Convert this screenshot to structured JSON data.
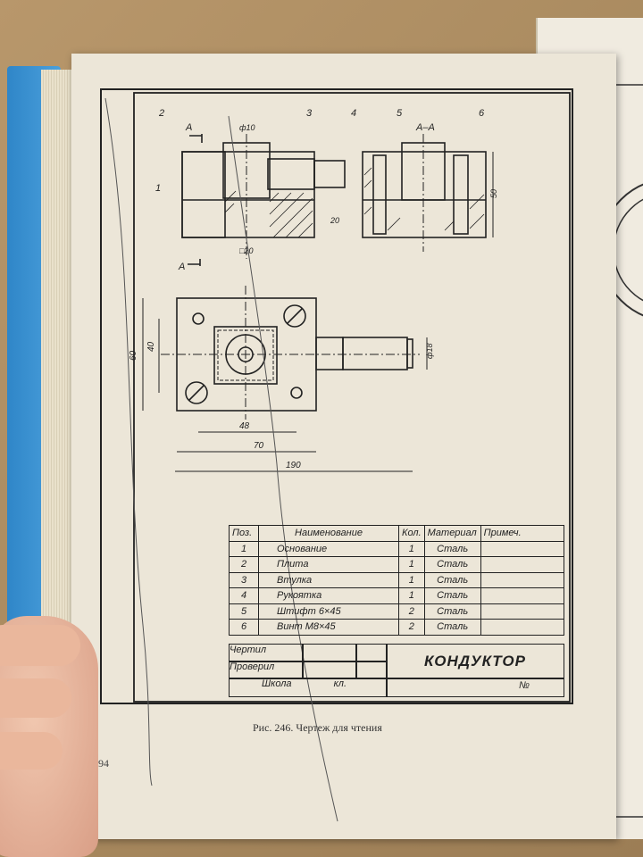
{
  "figure": {
    "labels": {
      "callout_1": "1",
      "callout_2": "2",
      "callout_3": "3",
      "callout_4": "4",
      "callout_5": "5",
      "callout_6": "6",
      "section_a": "A",
      "section_a_bottom": "A",
      "section_aa": "А–А",
      "dim_phi10": "ф10",
      "dim_20_side": "20",
      "dim_square20": "□20",
      "dim_50": "50",
      "dim_60": "60",
      "dim_40": "40",
      "dim_phi18": "ф18",
      "dim_48": "48",
      "dim_70": "70",
      "dim_190": "190"
    }
  },
  "spec_table": {
    "headers": [
      "Поз.",
      "Наименование",
      "Кол.",
      "Материал",
      "Примеч."
    ],
    "rows": [
      {
        "pos": "1",
        "name": "Основание",
        "qty": "1",
        "material": "Сталь",
        "note": ""
      },
      {
        "pos": "2",
        "name": "Плита",
        "qty": "1",
        "material": "Сталь",
        "note": ""
      },
      {
        "pos": "3",
        "name": "Втулка",
        "qty": "1",
        "material": "Сталь",
        "note": ""
      },
      {
        "pos": "4",
        "name": "Рукоятка",
        "qty": "1",
        "material": "Сталь",
        "note": ""
      },
      {
        "pos": "5",
        "name": "Штифт 6×45",
        "qty": "2",
        "material": "Сталь",
        "note": ""
      },
      {
        "pos": "6",
        "name": "Винт М8×45",
        "qty": "2",
        "material": "Сталь",
        "note": ""
      }
    ]
  },
  "title_block": {
    "drew_label": "Чертил",
    "checked_label": "Проверил",
    "school_label": "Школа",
    "class_label": "кл.",
    "number_label": "№",
    "title": "КОНДУКТОР"
  },
  "caption": "Рис. 246. Чертеж для чтения",
  "page_number": "194"
}
